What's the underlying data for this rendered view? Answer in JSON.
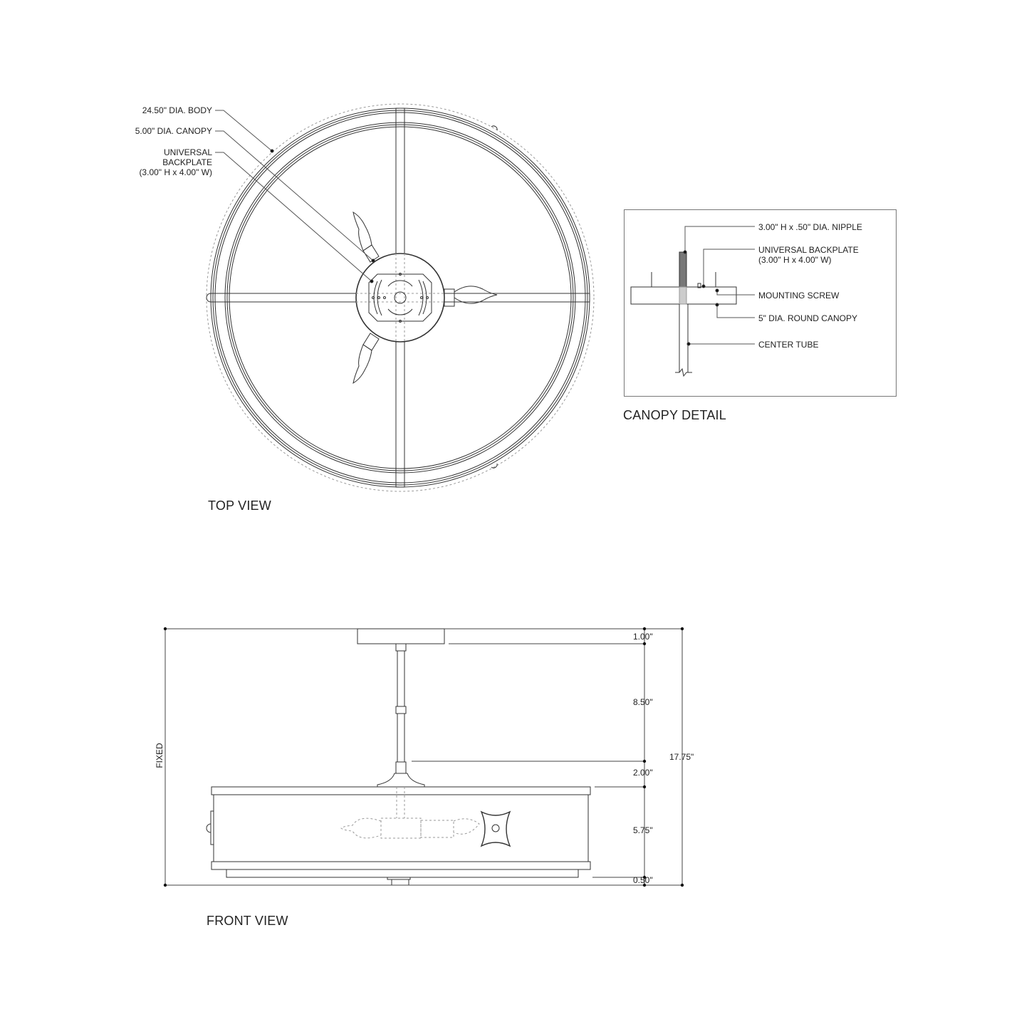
{
  "top_view": {
    "title": "TOP VIEW",
    "callouts": [
      {
        "line1": "24.50\" DIA. BODY"
      },
      {
        "line1": "5.00\" DIA. CANOPY"
      },
      {
        "line1": "UNIVERSAL",
        "line2": "BACKPLATE",
        "line3": "(3.00\" H x 4.00\" W)"
      }
    ]
  },
  "canopy_detail": {
    "title": "CANOPY DETAIL",
    "callouts": [
      {
        "line1": "3.00\" H x .50\" DIA. NIPPLE"
      },
      {
        "line1": "UNIVERSAL  BACKPLATE",
        "line2": "(3.00\" H x 4.00\" W)"
      },
      {
        "line1": "MOUNTING SCREW"
      },
      {
        "line1": "5\"  DIA. ROUND CANOPY"
      },
      {
        "line1": "CENTER TUBE"
      }
    ]
  },
  "front_view": {
    "title": "FRONT VIEW",
    "side_label": "FIXED",
    "dimensions": {
      "canopy": "1.00\"",
      "stem": "8.50\"",
      "neck": "2.00\"",
      "body": "5.75\"",
      "bottom": "0.50\"",
      "overall": "17.75\""
    }
  },
  "colors": {
    "line": "#333333",
    "dashed": "#999999",
    "background": "#ffffff"
  }
}
